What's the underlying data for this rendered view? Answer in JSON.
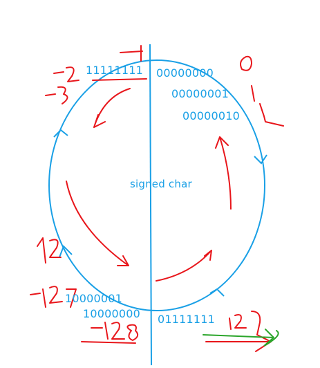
{
  "diagram": {
    "center_label": "signed char",
    "binary_labels": {
      "top_left": "11111111",
      "top_right_1": "00000000",
      "top_right_2": "00000001",
      "top_right_3": "00000010",
      "bottom_left_1": "10000001",
      "bottom_left_2": "10000000",
      "bottom_right": "01111111"
    }
  },
  "colors": {
    "circle": "#1aa0e6",
    "text": "#1aa0e6",
    "annotation": "#e8161b",
    "extra_arrow": "#2aa52a"
  }
}
